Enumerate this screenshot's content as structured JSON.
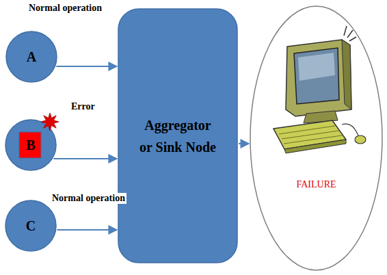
{
  "diagram": {
    "nodes": [
      {
        "text": [
          "A"
        ]
      },
      {
        "text": [
          "B"
        ]
      },
      {
        "text": [
          "C"
        ]
      },
      {
        "text": [
          "Aggregator or Sink Node"
        ]
      },
      {
        "text": [
          "FAILURE"
        ]
      }
    ],
    "edges": [
      {
        "from": 0,
        "to": 3,
        "arrow": "to",
        "label": "Normal operation"
      },
      {
        "from": 1,
        "to": 3,
        "arrow": "to",
        "label": "Error"
      },
      {
        "from": 2,
        "to": 3,
        "arrow": "to",
        "label": "Normal operation"
      },
      {
        "from": 3,
        "to": 4,
        "arrow": "to"
      }
    ]
  }
}
